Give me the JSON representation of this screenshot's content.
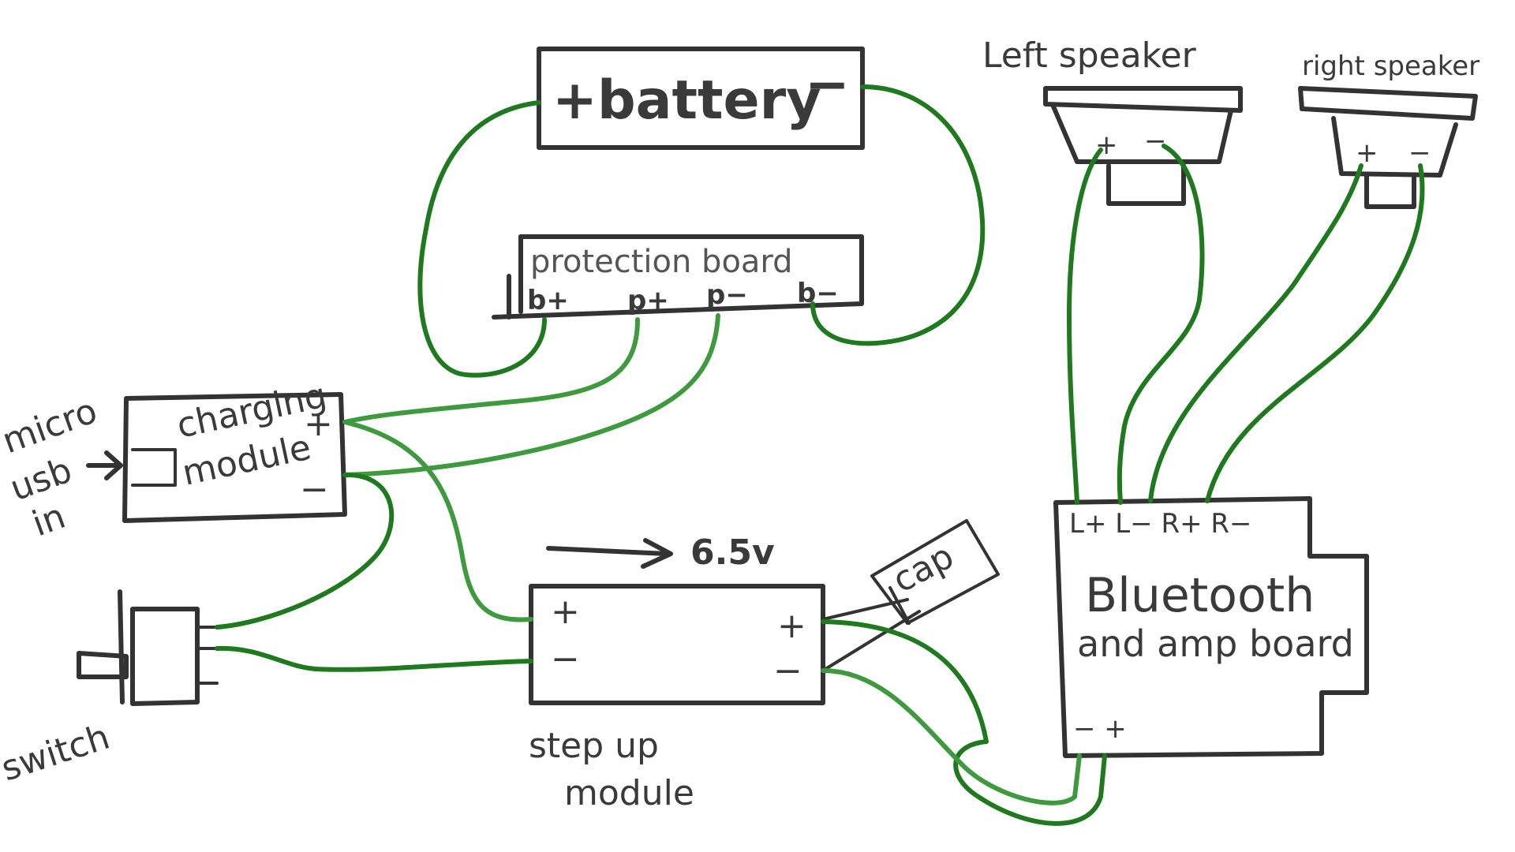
{
  "colors": {
    "wire_dark": "#1f7a1f",
    "wire_light": "#3f9a3f",
    "outline": "#333333",
    "background": "#ffffff"
  },
  "components": {
    "battery": {
      "label": "+battery",
      "minus": "−"
    },
    "protection_board": {
      "label": "protection board",
      "b_plus": "b+",
      "p_plus": "p+",
      "p_minus": "p−",
      "b_minus": "b−"
    },
    "charging_module": {
      "label_line1": "charging",
      "label_line2": "module",
      "plus": "+",
      "minus": "−"
    },
    "micro_usb": {
      "line1": "micro",
      "line2": "usb",
      "line3": "in"
    },
    "switch": {
      "label": "switch"
    },
    "step_up_module": {
      "label_line1": "step up",
      "label_line2": "module",
      "plus_in": "+",
      "minus_in": "−",
      "plus_out": "+",
      "minus_out": "−",
      "voltage": "6.5v"
    },
    "cap": {
      "label": "cap"
    },
    "left_speaker": {
      "label": "Left speaker",
      "plus": "+",
      "minus": "−"
    },
    "right_speaker": {
      "label": "right speaker",
      "plus": "+",
      "minus": "−"
    },
    "bt_amp_board": {
      "label_line1": "Bluetooth",
      "label_line2": "and amp board",
      "terminals": "L+ L− R+ R−",
      "power_terminals": "− +"
    }
  }
}
